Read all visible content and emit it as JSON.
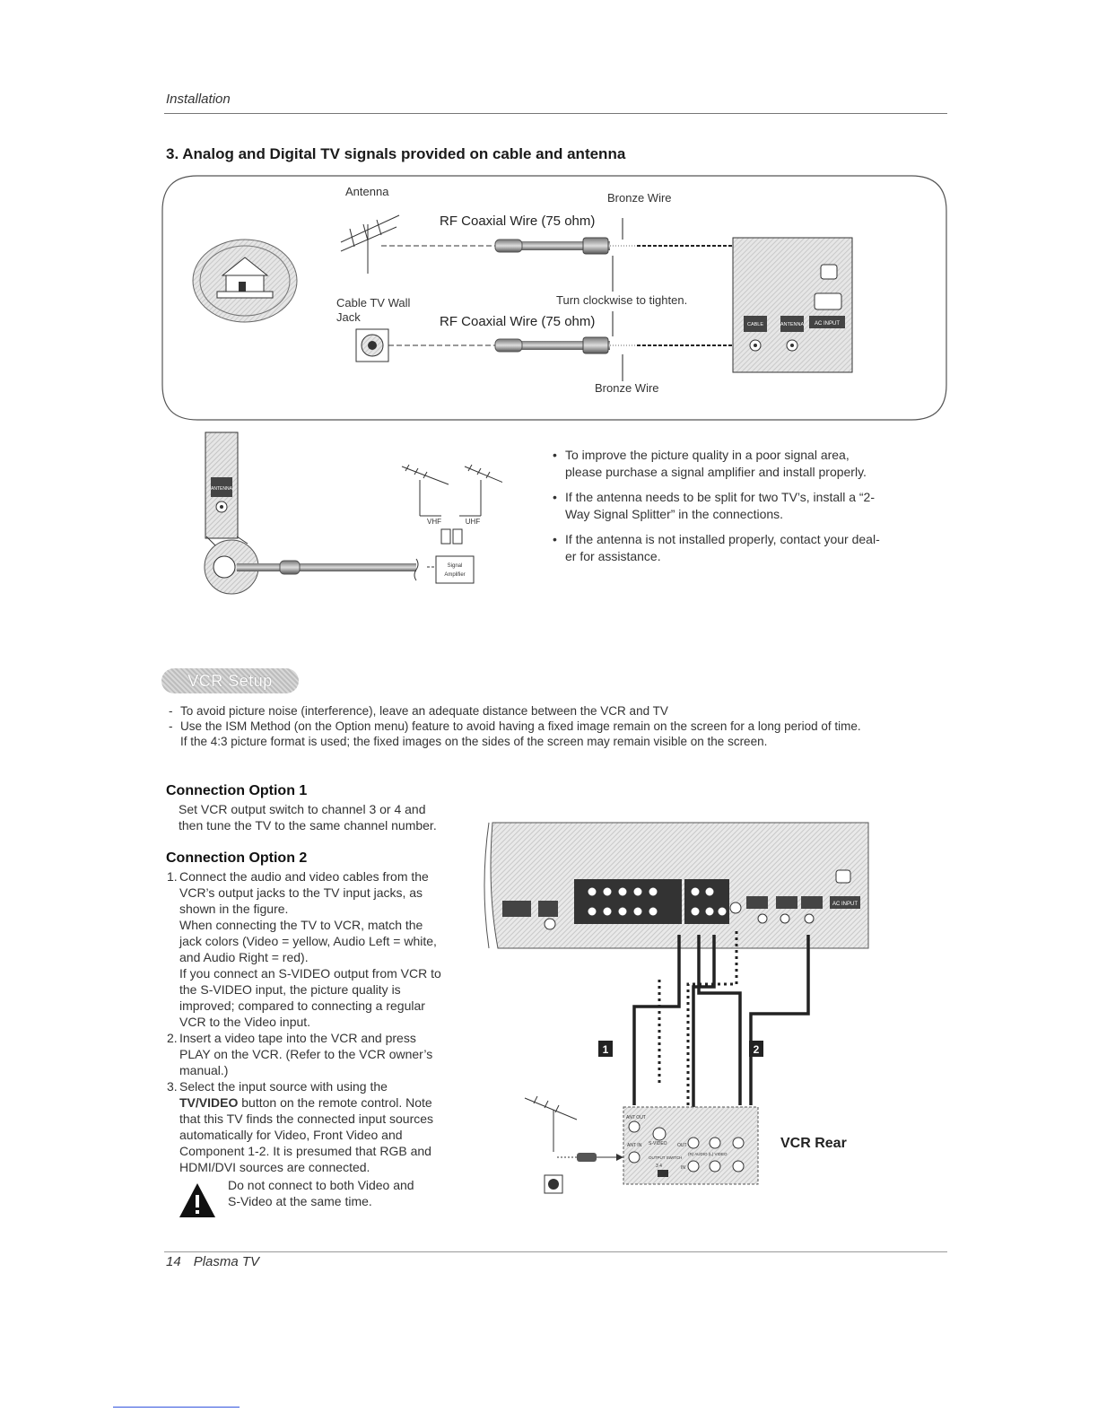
{
  "header": {
    "section": "Installation"
  },
  "heading": "3. Analog and Digital TV signals provided on cable and antenna",
  "diagram1": {
    "antenna": "Antenna",
    "bronze_wire_top": "Bronze Wire",
    "rf_top": "RF Coaxial Wire (75 ohm)",
    "cable_wall_1": "Cable TV Wall",
    "cable_wall_2": "Jack",
    "turn_clockwise": "Turn clockwise to tighten.",
    "rf_bottom": "RF Coaxial Wire (75 ohm)",
    "bronze_wire_bottom": "Bronze Wire",
    "panel_cable": "CABLE",
    "panel_antenna": "ANTENNA",
    "panel_ac": "AC INPUT"
  },
  "diagram2": {
    "vhf": "VHF",
    "uhf": "UHF",
    "amp1": "Signal",
    "amp2": "Amplifier",
    "panel_antenna": "ANTENNA"
  },
  "bullets": [
    {
      "l1": "To improve the picture quality in a poor signal area,",
      "l2": "please purchase a signal amplifier and install properly."
    },
    {
      "l1": "If the antenna needs to be split for two TV’s, install a “2-",
      "l2": "Way Signal Splitter” in the connections."
    },
    {
      "l1": "If the antenna is not installed properly, contact your deal-",
      "l2": "er for assistance."
    }
  ],
  "vcr_setup": "VCR Setup",
  "notes": {
    "n1": "To avoid picture noise (interference), leave an adequate distance between the VCR and TV",
    "n2": "Use the ISM Method (on the Option menu) feature to avoid having a fixed image remain on the screen for a long period of time.",
    "n2b": "If the 4:3 picture format is used; the fixed images on the sides of the screen may remain visible on the screen."
  },
  "option1": {
    "title": "Connection Option 1",
    "l1": "Set VCR output switch to channel 3 or 4 and",
    "l2": "then tune the TV to the same channel number."
  },
  "option2": {
    "title": "Connection Option 2",
    "s1": [
      "Connect the audio and video cables from the",
      "VCR’s output jacks to the TV input jacks, as",
      "shown in the figure.",
      "When connecting the TV to VCR, match the",
      "jack colors (Video = yellow, Audio Left = white,",
      "and Audio Right = red).",
      "If you connect an S-VIDEO output from VCR to",
      "the S-VIDEO input, the picture quality is",
      "improved; compared to connecting a regular",
      "VCR to the Video input."
    ],
    "s2": [
      "Insert a video tape into the VCR and press",
      "PLAY on the VCR. (Refer to the VCR owner’s",
      "manual.)"
    ],
    "s3_l1": "Select the input source with using the",
    "s3_bold": "TV/VIDEO",
    "s3_l2rest": " button on the remote control. Note",
    "s3_rest": [
      "that this TV finds the connected input sources",
      "automatically for Video, Front Video and",
      "Component 1-2. It is presumed that RGB and",
      "HDMI/DVI sources are connected."
    ],
    "n1": "1.",
    "n2": "2.",
    "n3": "3."
  },
  "warning": {
    "l1": "Do not connect to both Video and",
    "l2": "S-Video at the same time."
  },
  "diagram3": {
    "marker1": "1",
    "marker2": "2",
    "vcr_rear": "VCR Rear",
    "ant_out": "ANT OUT",
    "ant_in": "ANT IN",
    "s_video": "S-VIDEO",
    "out": "OUT",
    "in": "IN",
    "output_switch": "OUTPUT SWITCH",
    "audio_video": "(R) AUDIO (L)  VIDEO",
    "ch34": "3   4",
    "ac_input": "AC INPUT"
  },
  "footer": {
    "page": "14",
    "title": "Plasma TV"
  }
}
